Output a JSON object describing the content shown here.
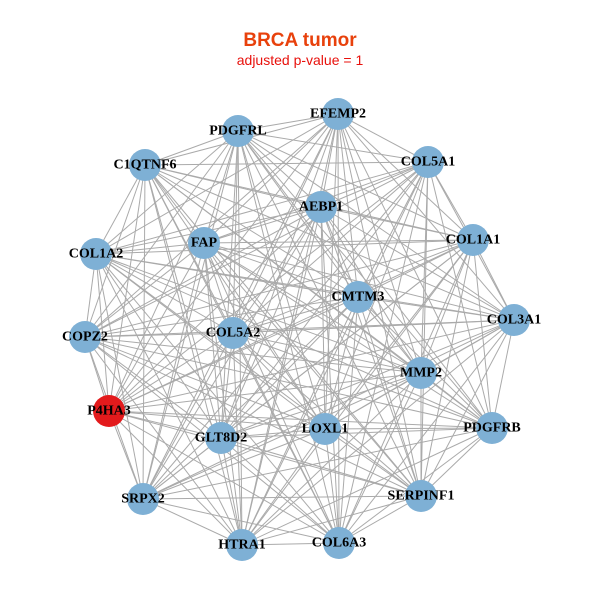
{
  "title": "BRCA tumor",
  "subtitle": "adjusted p-value = 1",
  "colors": {
    "node": "#7eb0d5",
    "highlight": "#e31a1c",
    "edge": "#aaaaaa"
  },
  "nodes": [
    {
      "id": "EFEMP2",
      "highlight": false
    },
    {
      "id": "PDGFRL",
      "highlight": false
    },
    {
      "id": "C1QTNF6",
      "highlight": false
    },
    {
      "id": "COL5A1",
      "highlight": false
    },
    {
      "id": "AEBP1",
      "highlight": false
    },
    {
      "id": "FAP",
      "highlight": false
    },
    {
      "id": "COL1A1",
      "highlight": false
    },
    {
      "id": "COL1A2",
      "highlight": false
    },
    {
      "id": "CMTM3",
      "highlight": false
    },
    {
      "id": "COL3A1",
      "highlight": false
    },
    {
      "id": "COPZ2",
      "highlight": false
    },
    {
      "id": "COL5A2",
      "highlight": false
    },
    {
      "id": "MMP2",
      "highlight": false
    },
    {
      "id": "P4HA3",
      "highlight": true
    },
    {
      "id": "LOXL1",
      "highlight": false
    },
    {
      "id": "PDGFRB",
      "highlight": false
    },
    {
      "id": "GLT8D2",
      "highlight": false
    },
    {
      "id": "SERPINF1",
      "highlight": false
    },
    {
      "id": "SRPX2",
      "highlight": false
    },
    {
      "id": "HTRA1",
      "highlight": false
    },
    {
      "id": "COL6A3",
      "highlight": false
    }
  ],
  "edges": "all-pairs"
}
